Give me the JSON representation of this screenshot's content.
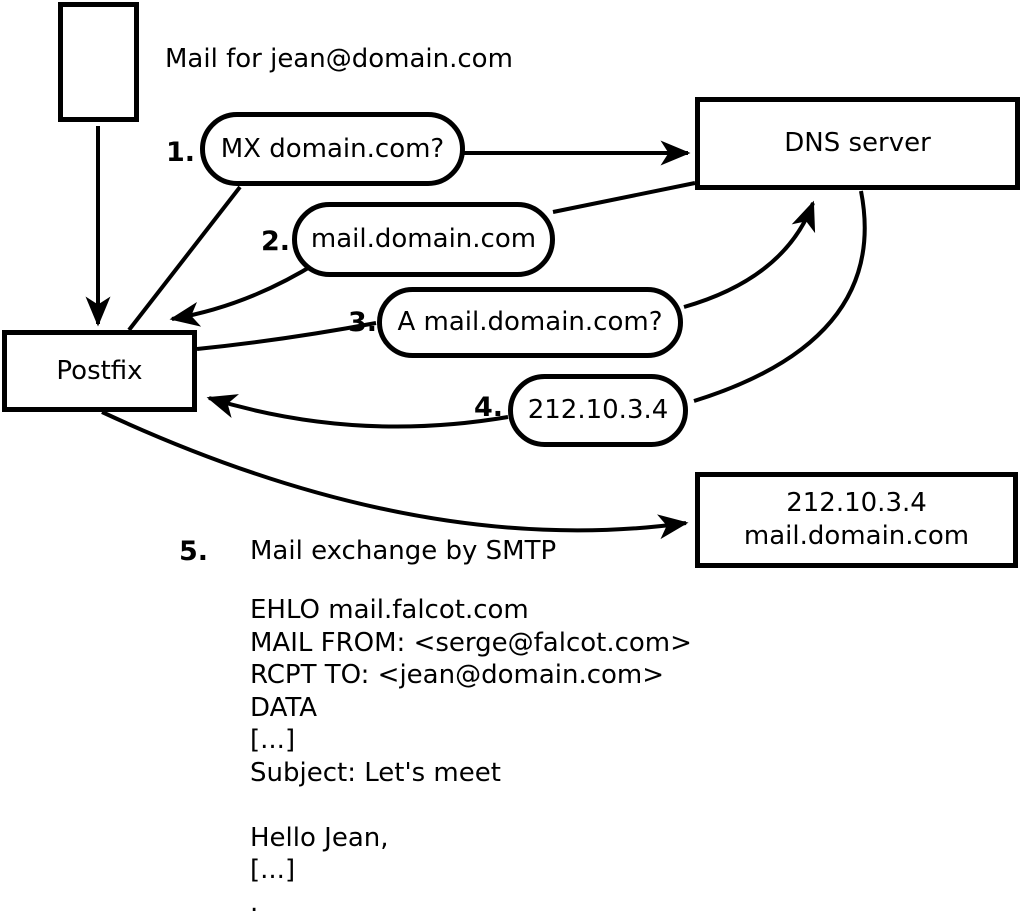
{
  "title_label": "Mail for jean@domain.com",
  "nodes": {
    "postfix": "Postfix",
    "dns_server": "DNS server",
    "mail_server_line1": "212.10.3.4",
    "mail_server_line2": "mail.domain.com"
  },
  "steps": [
    {
      "num": "1.",
      "label": "MX domain.com?"
    },
    {
      "num": "2.",
      "label": "mail.domain.com"
    },
    {
      "num": "3.",
      "label": "A mail.domain.com?"
    },
    {
      "num": "4.",
      "label": "212.10.3.4"
    }
  ],
  "step5": {
    "num": "5.",
    "label": "Mail exchange by SMTP"
  },
  "smtp_session": "EHLO mail.falcot.com\nMAIL FROM: <serge@falcot.com>\nRCPT TO: <jean@domain.com>\nDATA\n[...]\nSubject: Let's meet\n\nHello Jean,\n[...]\n.",
  "colors": {
    "ink": "#000000",
    "paper": "#ffffff"
  }
}
